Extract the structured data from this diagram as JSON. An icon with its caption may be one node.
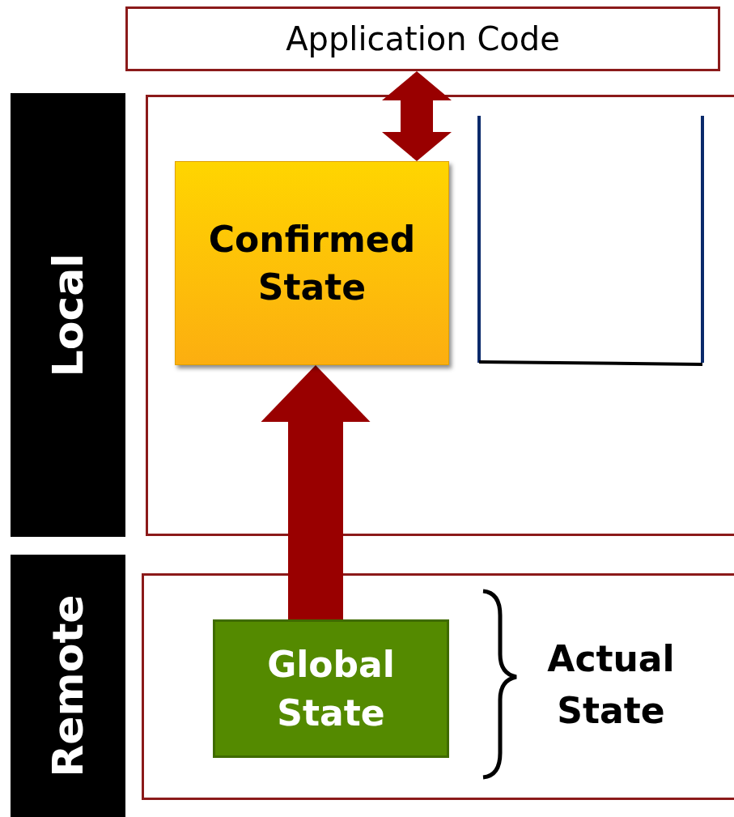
{
  "diagram": {
    "nodes": [
      {
        "text": [
          "Application Code"
        ]
      },
      {
        "text": [
          "Local"
        ]
      },
      {
        "text": [],
        "shape": "box"
      },
      {
        "text": [
          "Confirmed State"
        ],
        "in": 2
      },
      {
        "text": [],
        "shape": "container",
        "in": 2
      },
      {
        "text": [
          "Remote"
        ]
      },
      {
        "text": [],
        "shape": "box"
      },
      {
        "text": [
          "Global State"
        ],
        "in": 6
      }
    ],
    "edges": [
      {
        "from": 0,
        "to": 3,
        "arrow": "both"
      },
      {
        "from": 7,
        "to": 3,
        "arrow": "to"
      }
    ],
    "labels": [
      "Actual State"
    ]
  }
}
